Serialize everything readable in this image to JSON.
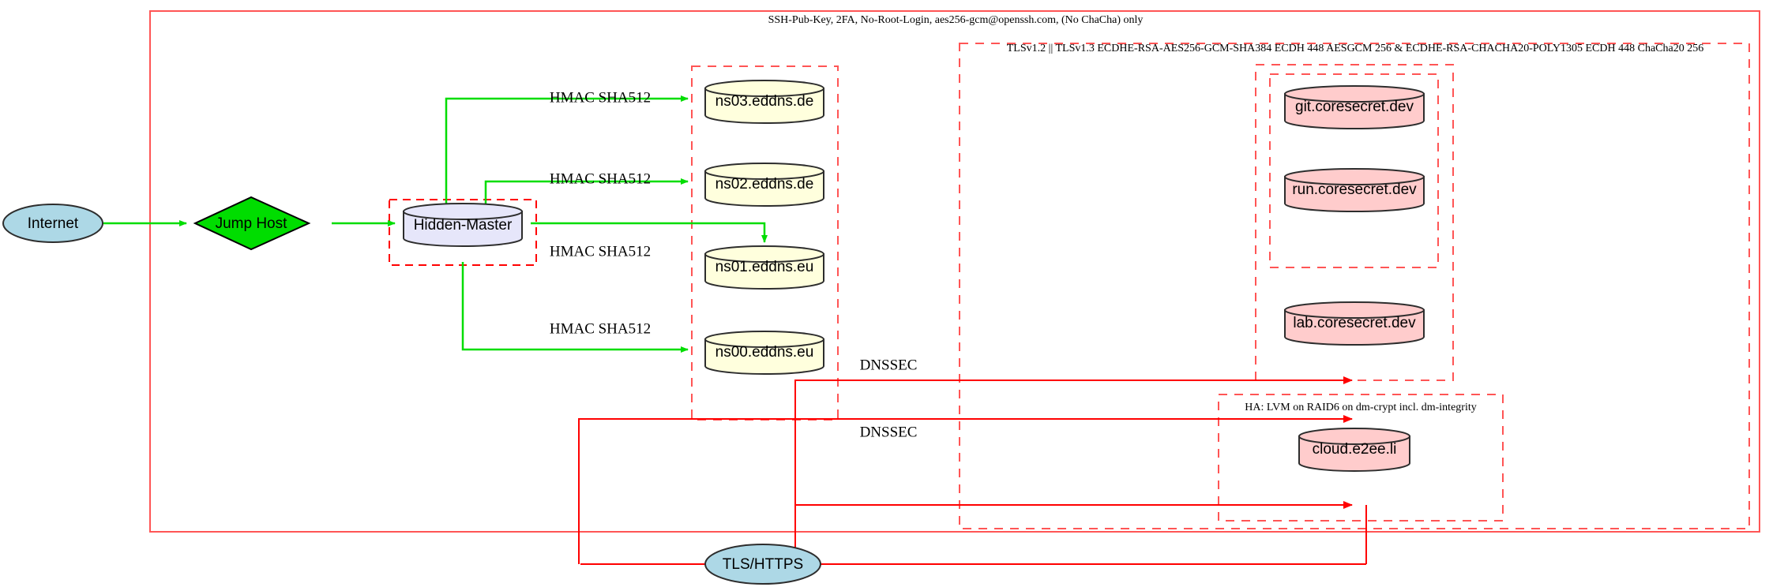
{
  "diagram": {
    "title_text": "SSH-Pub-Key, 2FA, No-Root-Login, aes256-gcm@openssh.com, (No ChaCha) only",
    "clusters": {
      "ssh_outer": {
        "label": "SSH-Pub-Key, 2FA, No-Root-Login, aes256-gcm@openssh.com, (No ChaCha) only",
        "border_color": "#ff5555",
        "style": "solid"
      },
      "tls_outer": {
        "label": "TLSv1.2 || TLSv1.3 ECDHE-RSA-AES256-GCM-SHA384 ECDH 448 AESGCM 256 & ECDHE-RSA-CHACHA20-POLY1305 ECDH 448 ChaCha20 256",
        "border_color": "#ff5555",
        "style": "dashed"
      },
      "ha_cluster": {
        "label": "HA: LVM on RAID6 on dm-crypt incl. dm-integrity",
        "border_color": "#ff5555",
        "style": "dashed"
      },
      "hidden_master_box": {
        "label": "",
        "border_color": "#ff0000",
        "style": "dashed"
      },
      "dns_box": {
        "label": "",
        "border_color": "#ff5555",
        "style": "dashed"
      },
      "coresecret_box_inner": {
        "label": "",
        "border_color": "#ff5555",
        "style": "dashed"
      },
      "coresecret_box_outer": {
        "label": "",
        "border_color": "#ff5555",
        "style": "dashed"
      }
    },
    "nodes": [
      {
        "id": "internet",
        "label": "Internet",
        "shape": "ellipse",
        "fill": "#add8e6"
      },
      {
        "id": "jumphost",
        "label": "Jump Host",
        "shape": "diamond",
        "fill": "#00dd00"
      },
      {
        "id": "hiddenmaster",
        "label": "Hidden-Master",
        "shape": "cylinder",
        "fill": "#e6e6fa"
      },
      {
        "id": "ns03",
        "label": "ns03.eddns.de",
        "shape": "cylinder",
        "fill": "#ffffdd"
      },
      {
        "id": "ns02",
        "label": "ns02.eddns.de",
        "shape": "cylinder",
        "fill": "#ffffdd"
      },
      {
        "id": "ns01",
        "label": "ns01.eddns.eu",
        "shape": "cylinder",
        "fill": "#ffffdd"
      },
      {
        "id": "ns00",
        "label": "ns00.eddns.eu",
        "shape": "cylinder",
        "fill": "#ffffdd"
      },
      {
        "id": "git",
        "label": "git.coresecret.dev",
        "shape": "cylinder",
        "fill": "#ffcccc"
      },
      {
        "id": "run",
        "label": "run.coresecret.dev",
        "shape": "cylinder",
        "fill": "#ffcccc"
      },
      {
        "id": "lab",
        "label": "lab.coresecret.dev",
        "shape": "cylinder",
        "fill": "#ffcccc"
      },
      {
        "id": "cloud",
        "label": "cloud.e2ee.li",
        "shape": "cylinder",
        "fill": "#ffcccc"
      },
      {
        "id": "tlshttps",
        "label": "TLS/HTTPS",
        "shape": "ellipse",
        "fill": "#add8e6"
      }
    ],
    "edges": [
      {
        "from": "internet",
        "to": "jumphost",
        "label": "",
        "color": "#00dd00"
      },
      {
        "from": "jumphost",
        "to": "hiddenmaster",
        "label": "",
        "color": "#00dd00"
      },
      {
        "from": "hiddenmaster",
        "to": "ns03",
        "label": "HMAC SHA512",
        "color": "#00dd00"
      },
      {
        "from": "hiddenmaster",
        "to": "ns02",
        "label": "HMAC SHA512",
        "color": "#00dd00"
      },
      {
        "from": "hiddenmaster",
        "to": "ns01",
        "label": "HMAC SHA512",
        "color": "#00dd00"
      },
      {
        "from": "hiddenmaster",
        "to": "ns00",
        "label": "HMAC SHA512",
        "color": "#00dd00"
      },
      {
        "from": "tlshttps",
        "to": "coresecret",
        "label": "DNSSEC",
        "color": "#ff0000"
      },
      {
        "from": "tlshttps",
        "to": "cloud",
        "label": "DNSSEC",
        "color": "#ff0000"
      }
    ],
    "edge_labels": {
      "hmac_1": "HMAC SHA512",
      "hmac_2": "HMAC SHA512",
      "hmac_3": "HMAC SHA512",
      "hmac_4": "HMAC SHA512",
      "dnssec_1": "DNSSEC",
      "dnssec_2": "DNSSEC"
    },
    "colors": {
      "red_border": "#ff5555",
      "red_line": "#ff0000",
      "green_edge": "#00dd00",
      "blue_fill": "#add8e6",
      "green_fill": "#00dd00",
      "lavender_fill": "#e6e6fa",
      "yellow_fill": "#ffffdd",
      "pink_fill": "#ffcccc",
      "stroke_dark": "#2d2d2d"
    }
  }
}
